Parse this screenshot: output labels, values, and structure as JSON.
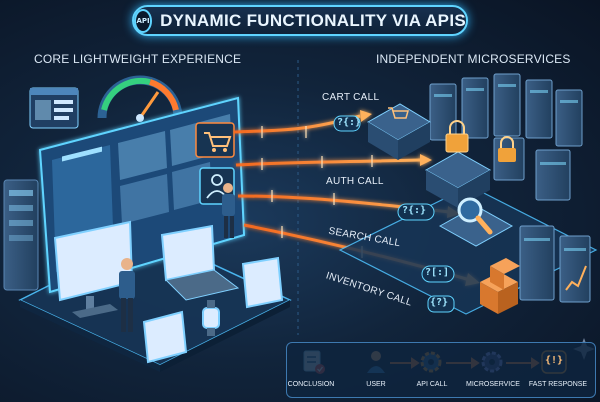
{
  "title": {
    "badge": "API",
    "text": "DYNAMIC FUNCTIONALITY VIA APIS"
  },
  "sections": {
    "left": "CORE LIGHTWEIGHT EXPERIENCE",
    "right": "INDEPENDENT MICROSERVICES"
  },
  "calls": [
    {
      "label": "CART CALL",
      "bubble": "?{:}"
    },
    {
      "label": "AUTH CALL",
      "bubble": ""
    },
    {
      "label": "SEARCH CALL",
      "bubble": "?{:}"
    },
    {
      "label": "INVENTORY CALL",
      "bubble": "?[:]"
    }
  ],
  "inventory_bubble_2": "{?}",
  "flow": {
    "conclusion": "CONCLUSION",
    "steps": [
      "USER",
      "API CALL",
      "MICROSERVICE",
      "FAST RESPONSE"
    ],
    "response_glyph": "{!}"
  },
  "colors": {
    "accent": "#5fd4ff",
    "call_arrow": "#ff8a3d",
    "panel": "#1a3f66",
    "background": "#11243b"
  }
}
